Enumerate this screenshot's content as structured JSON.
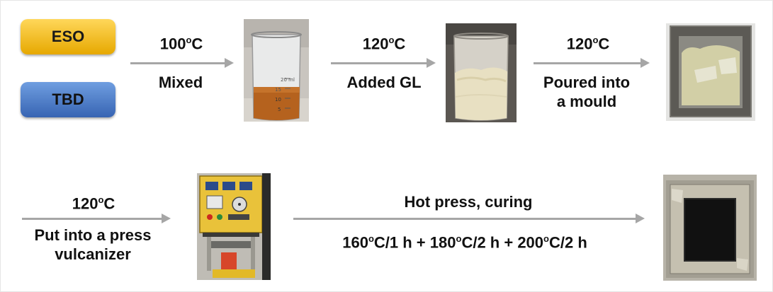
{
  "inputs": {
    "eso": "ESO",
    "tbd": "TBD"
  },
  "steps": [
    {
      "temp_value": "100",
      "temp_unit": "C",
      "action_lines": [
        "Mixed"
      ]
    },
    {
      "temp_value": "120",
      "temp_unit": "C",
      "action_lines": [
        "Added GL"
      ]
    },
    {
      "temp_value": "120",
      "temp_unit": "C",
      "action_lines": [
        "Poured into",
        "a mould"
      ]
    },
    {
      "temp_value": "120",
      "temp_unit": "C",
      "action_lines": [
        "Put into a press",
        "vulcanizer"
      ]
    }
  ],
  "curing": {
    "title": "Hot press, curing",
    "schedule": [
      {
        "temp": "160",
        "unit": "C",
        "time": "/1 h"
      },
      {
        "temp": "180",
        "unit": "C",
        "time": "/2 h"
      },
      {
        "temp": "200",
        "unit": "C",
        "time": "/2 h"
      }
    ],
    "joiner": " + "
  },
  "degree_mark": "o",
  "beaker_marks": [
    "20 ml",
    "15",
    "10",
    "5"
  ],
  "colors": {
    "eso_pill": "#f2b900",
    "tbd_pill": "#4a78c8",
    "arrow": "#a6a6a6",
    "amber_liquid": "#b5621e",
    "cream_mixture": "#e8e0c2",
    "mould_metal": "#5c5a55",
    "cured_sheet": "#111111"
  }
}
